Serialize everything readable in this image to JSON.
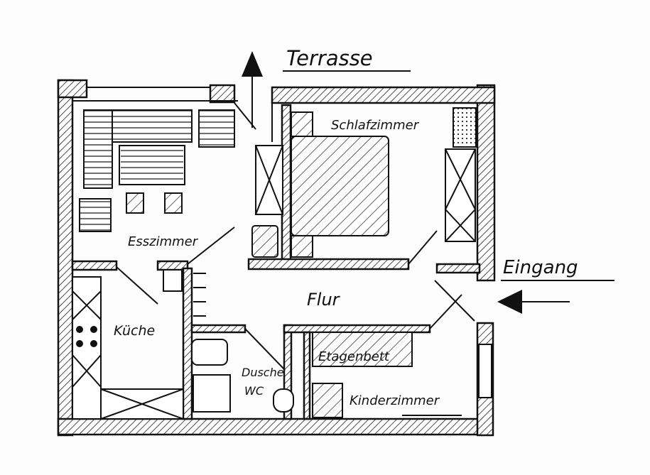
{
  "labels": {
    "terrace": "Terrasse",
    "bedroom": "Schlafzimmer",
    "dining": "Esszimmer",
    "entrance": "Eingang",
    "hall": "Flur",
    "kitchen": "Küche",
    "shower": "Dusche",
    "wc": "WC",
    "bunkbed": "Etagenbett",
    "childroom": "Kinderzimmer"
  }
}
